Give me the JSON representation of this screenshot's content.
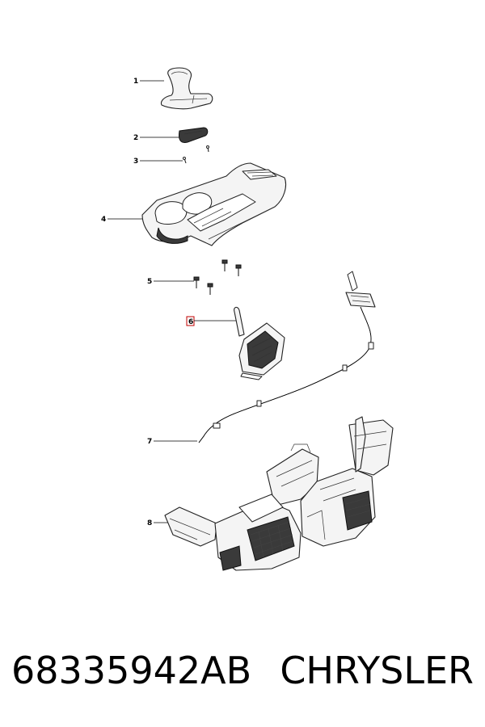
{
  "callouts": [
    "1",
    "2",
    "3",
    "4",
    "5",
    "6",
    "7",
    "8"
  ],
  "footer": {
    "part_number": "68335942AB",
    "brand": "CHRYSLER"
  }
}
